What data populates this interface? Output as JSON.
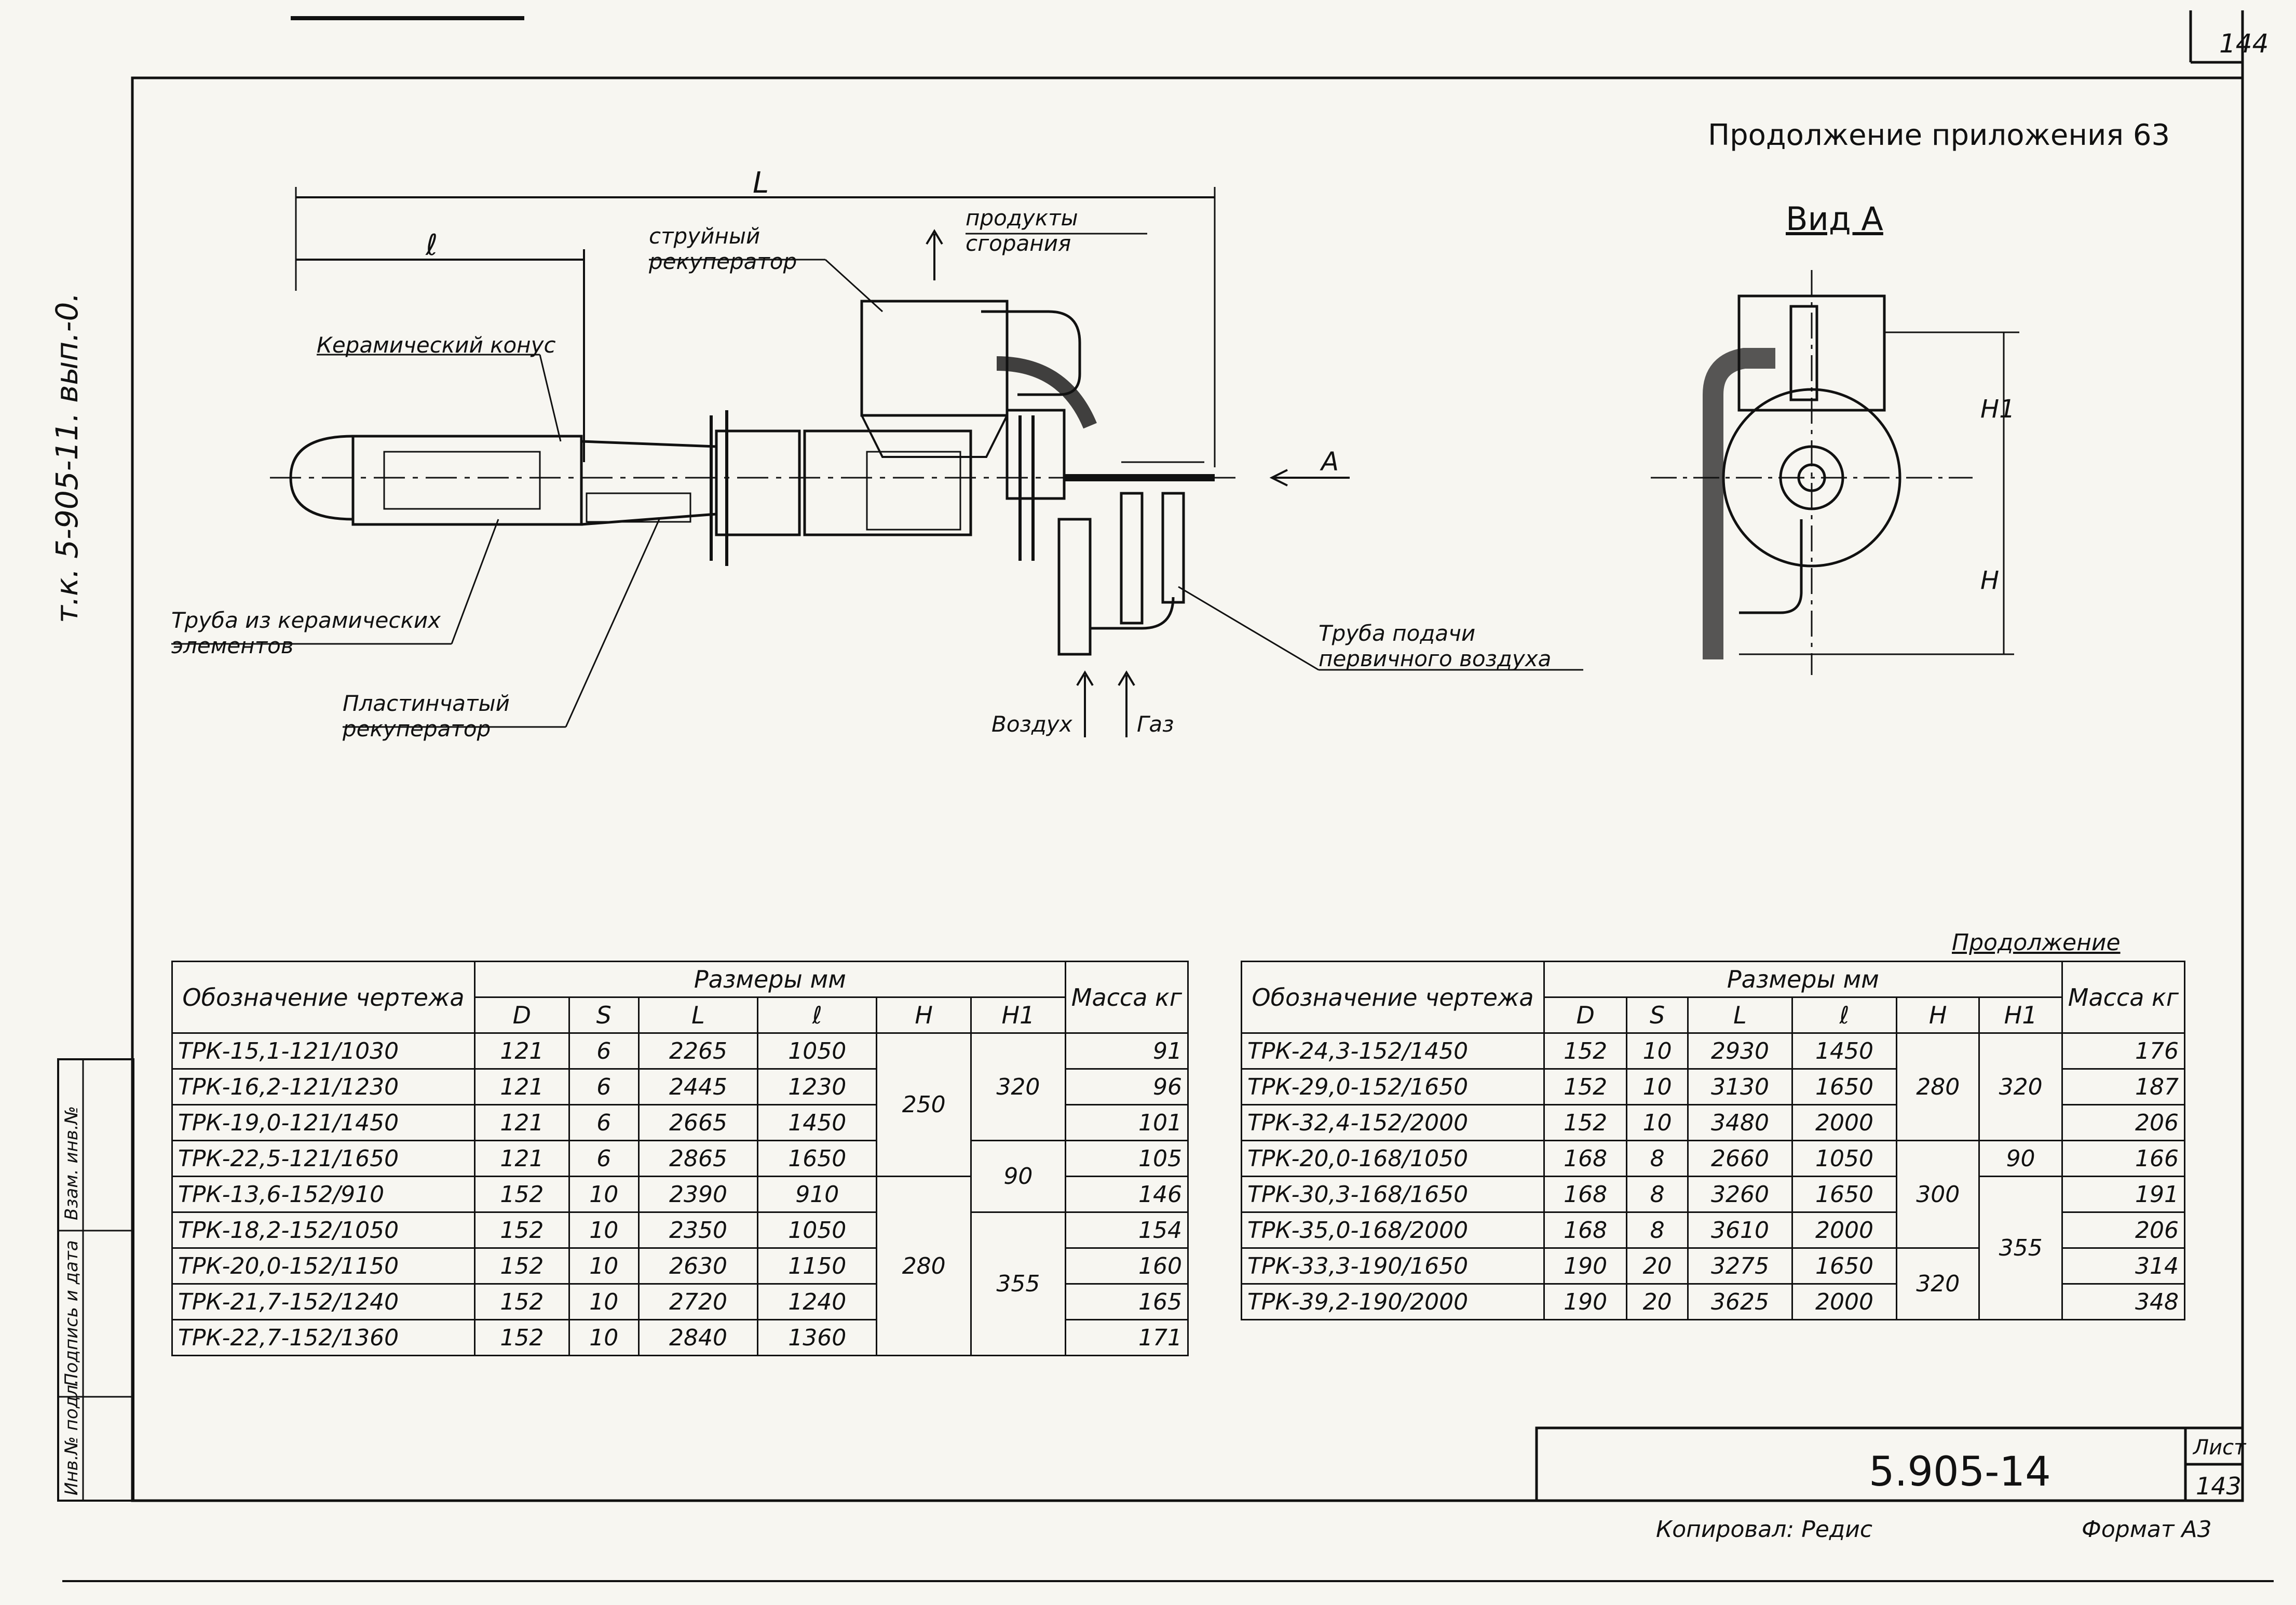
{
  "page_number": "144",
  "continuation_title": "Продолжение приложения 63",
  "view_a_title": "Вид А",
  "side_text": "т.к. 5-905-11. вып.-0.",
  "drawing_labels": {
    "dim_L": "L",
    "dim_l": "ℓ",
    "jet_recuperator": "струйный рекуператор",
    "combustion_products": "продукты сгорания",
    "ceramic_cone": "Керамический конус",
    "ceramic_tube": "Труба из керамических элементов",
    "plate_recuperator": "Пластинчатый рекуператор",
    "primary_air_tube": "Труба подачи первичного воздуха",
    "air": "Воздух",
    "gas": "Газ",
    "arrow_a": "A",
    "dim_H1": "H1",
    "dim_H": "H"
  },
  "continuation_label": "Продолжение",
  "table_left": {
    "header_designation": "Обозначение чертежа",
    "header_dimensions": "Размеры    мм",
    "header_mass": "Масса кг",
    "cols": [
      "D",
      "S",
      "L",
      "ℓ",
      "H",
      "H1"
    ],
    "rows": [
      {
        "name": "ТРК-15,1-121/1030",
        "D": "121",
        "S": "6",
        "L": "2265",
        "l": "1050",
        "m": "91"
      },
      {
        "name": "ТРК-16,2-121/1230",
        "D": "121",
        "S": "6",
        "L": "2445",
        "l": "1230",
        "m": "96"
      },
      {
        "name": "ТРК-19,0-121/1450",
        "D": "121",
        "S": "6",
        "L": "2665",
        "l": "1450",
        "m": "101"
      },
      {
        "name": "ТРК-22,5-121/1650",
        "D": "121",
        "S": "6",
        "L": "2865",
        "l": "1650",
        "m": "105"
      },
      {
        "name": "ТРК-13,6-152/910",
        "D": "152",
        "S": "10",
        "L": "2390",
        "l": "910",
        "m": "146"
      },
      {
        "name": "ТРК-18,2-152/1050",
        "D": "152",
        "S": "10",
        "L": "2350",
        "l": "1050",
        "m": "154"
      },
      {
        "name": "ТРК-20,0-152/1150",
        "D": "152",
        "S": "10",
        "L": "2630",
        "l": "1150",
        "m": "160"
      },
      {
        "name": "ТРК-21,7-152/1240",
        "D": "152",
        "S": "10",
        "L": "2720",
        "l": "1240",
        "m": "165"
      },
      {
        "name": "ТРК-22,7-152/1360",
        "D": "152",
        "S": "10",
        "L": "2840",
        "l": "1360",
        "m": "171"
      }
    ],
    "H_groups": [
      "250",
      "280"
    ],
    "H1_groups": [
      "320",
      "90",
      "355"
    ]
  },
  "table_right": {
    "header_designation": "Обозначение чертежа",
    "header_dimensions": "Размеры    мм",
    "header_mass": "Масса кг",
    "cols": [
      "D",
      "S",
      "L",
      "ℓ",
      "H",
      "H1"
    ],
    "rows": [
      {
        "name": "ТРК-24,3-152/1450",
        "D": "152",
        "S": "10",
        "L": "2930",
        "l": "1450",
        "m": "176"
      },
      {
        "name": "ТРК-29,0-152/1650",
        "D": "152",
        "S": "10",
        "L": "3130",
        "l": "1650",
        "m": "187"
      },
      {
        "name": "ТРК-32,4-152/2000",
        "D": "152",
        "S": "10",
        "L": "3480",
        "l": "2000",
        "m": "206"
      },
      {
        "name": "ТРК-20,0-168/1050",
        "D": "168",
        "S": "8",
        "L": "2660",
        "l": "1050",
        "m": "166"
      },
      {
        "name": "ТРК-30,3-168/1650",
        "D": "168",
        "S": "8",
        "L": "3260",
        "l": "1650",
        "m": "191"
      },
      {
        "name": "ТРК-35,0-168/2000",
        "D": "168",
        "S": "8",
        "L": "3610",
        "l": "2000",
        "m": "206"
      },
      {
        "name": "ТРК-33,3-190/1650",
        "D": "190",
        "S": "20",
        "L": "3275",
        "l": "1650",
        "m": "314"
      },
      {
        "name": "ТРК-39,2-190/2000",
        "D": "190",
        "S": "20",
        "L": "3625",
        "l": "2000",
        "m": "348"
      }
    ],
    "H_groups": [
      "280",
      "300",
      "320"
    ],
    "H1_groups": [
      "320",
      "90",
      "355"
    ]
  },
  "title_block": {
    "doc_code": "5.905-14",
    "sheet_label": "Лист",
    "sheet_number": "143",
    "copied_by": "Копировал: Редис",
    "format_label": "Формат А3"
  },
  "stamp_labels": [
    "Инв.№ подл.",
    "Подпись и дата",
    "Взам. инв.№"
  ]
}
